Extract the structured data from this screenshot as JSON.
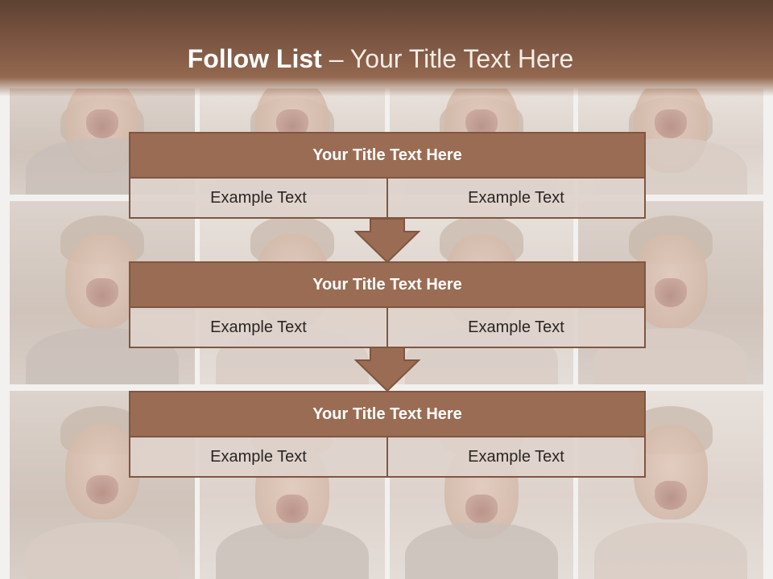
{
  "slide": {
    "title_bold": "Follow List",
    "title_rest": "– Your Title Text Here"
  },
  "blocks": [
    {
      "title": "Your Title Text Here",
      "left": "Example Text",
      "right": "Example Text"
    },
    {
      "title": "Your Title Text Here",
      "left": "Example Text",
      "right": "Example Text"
    },
    {
      "title": "Your Title Text Here",
      "left": "Example Text",
      "right": "Example Text"
    }
  ],
  "colors": {
    "header": "#7a5441",
    "block_title": "#9a6c53",
    "block_border": "#7f5641",
    "cell": "#ded2cc"
  },
  "background": {
    "description_icon": "photo-collage-of-screaming-people"
  }
}
